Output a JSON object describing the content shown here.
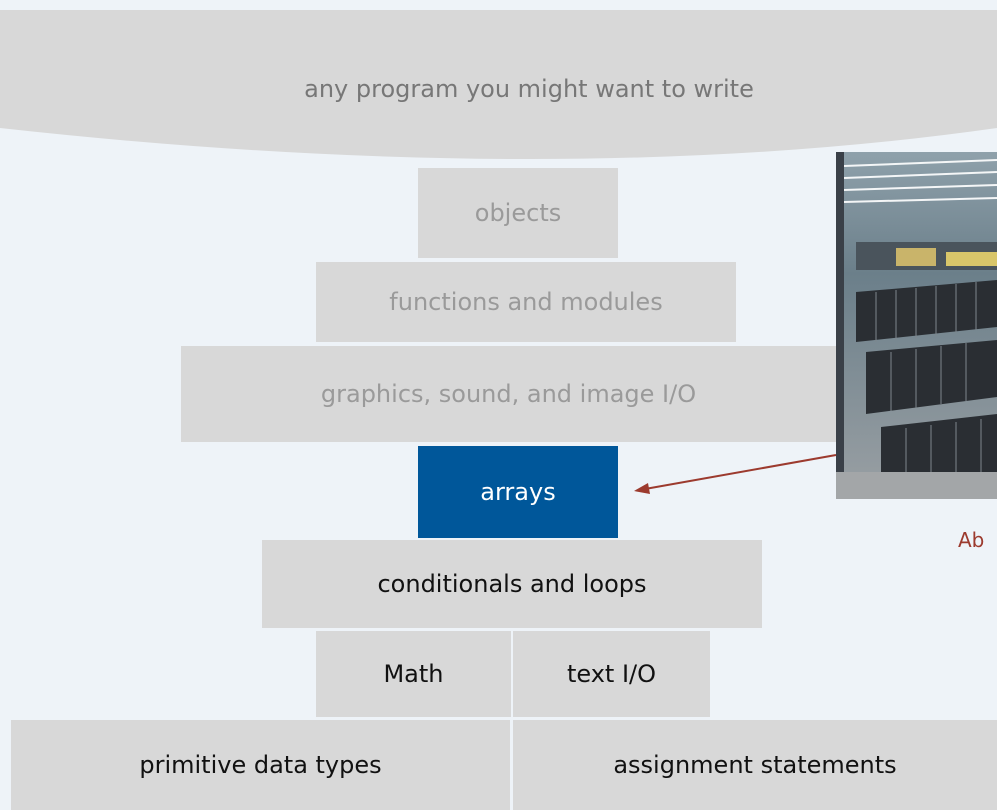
{
  "top": {
    "label": "any program you might want to write"
  },
  "layers": {
    "objects": "objects",
    "functions": "functions and modules",
    "graphics": "graphics, sound, and image I/O",
    "arrays": "arrays",
    "conditionals": "conditionals and loops",
    "math": "Math",
    "text_io": "text I/O",
    "primitive": "primitive data types",
    "assignment": "assignment statements"
  },
  "caption": "Ab",
  "colors": {
    "background": "#eef3f8",
    "block": "#d8d8d8",
    "highlight": "#00579a",
    "arrow": "#9c3a2e"
  }
}
